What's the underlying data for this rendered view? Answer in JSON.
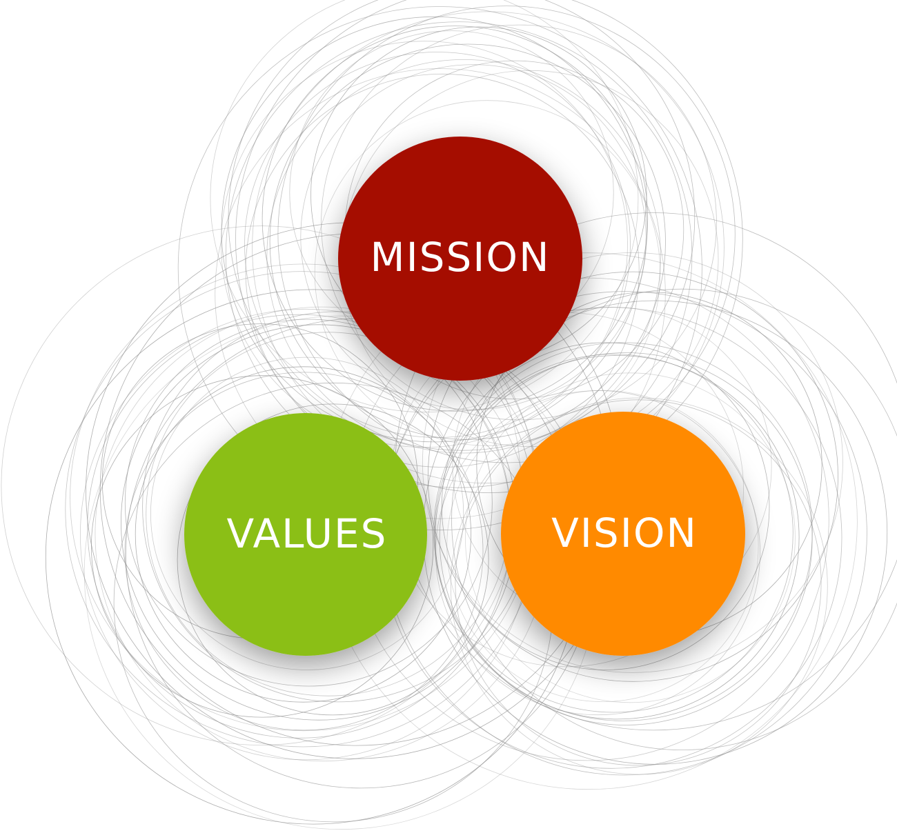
{
  "diagram": {
    "nodes": [
      {
        "id": "mission",
        "label": "MISSION",
        "color": "#a50e00"
      },
      {
        "id": "values",
        "label": "VALUES",
        "color": "#8bbf12"
      },
      {
        "id": "vision",
        "label": "VISION",
        "color": "#ff8a00"
      }
    ],
    "ring_color": "#8f8f8f",
    "background": "#ffffff"
  }
}
